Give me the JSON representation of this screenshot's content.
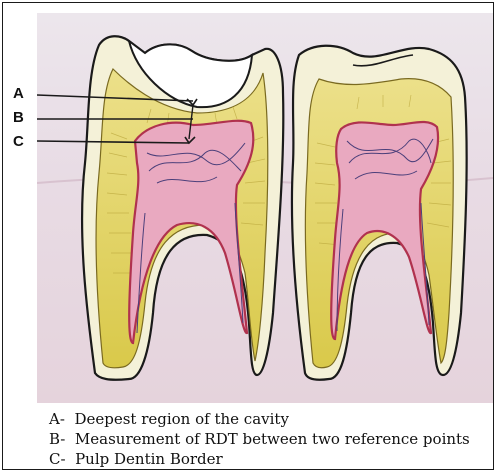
{
  "labels": {
    "a": "A",
    "b": "B",
    "c": "C"
  },
  "legend": [
    {
      "key": "A-",
      "text": "Deepest region of the cavity"
    },
    {
      "key": "B-",
      "text": "Measurement of RDT between two reference points"
    },
    {
      "key": "C-",
      "text": "Pulp Dentin Border"
    }
  ],
  "colors": {
    "background_paper": "#e9dde3",
    "enamel": "#f4f1d8",
    "dentin": "#e6d85a",
    "pulp": "#e9a9c0",
    "pulp_border": "#b0324e",
    "vessels": "#4b3f7a",
    "outline": "#1a1a1a"
  }
}
